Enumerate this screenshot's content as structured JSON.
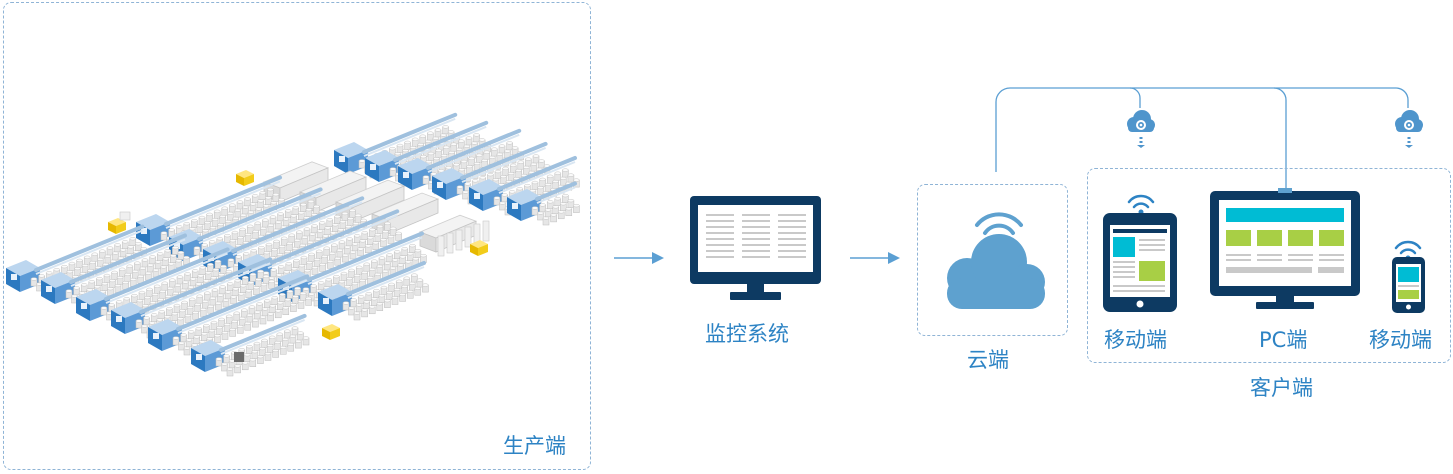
{
  "production": {
    "label": "生产端"
  },
  "monitoring": {
    "label": "监控系统"
  },
  "cloud": {
    "label": "云端"
  },
  "client": {
    "label": "客户端",
    "mobile_left_label": "移动端",
    "pc_label": "PC端",
    "mobile_right_label": "移动端"
  },
  "colors": {
    "accent": "#2d83c4",
    "device_navy": "#0d3a62",
    "cloud_blue": "#5ea1cf",
    "dash_border": "#8fb4d6",
    "screen_cyan": "#00bcd4",
    "screen_green": "#a8cf45"
  },
  "icons": [
    "factory-illustration",
    "arrow-right-icon",
    "monitor-icon",
    "cloud-wifi-icon",
    "tablet-icon",
    "desktop-pc-icon",
    "smartphone-icon",
    "cloud-gear-icon",
    "wifi-icon"
  ]
}
